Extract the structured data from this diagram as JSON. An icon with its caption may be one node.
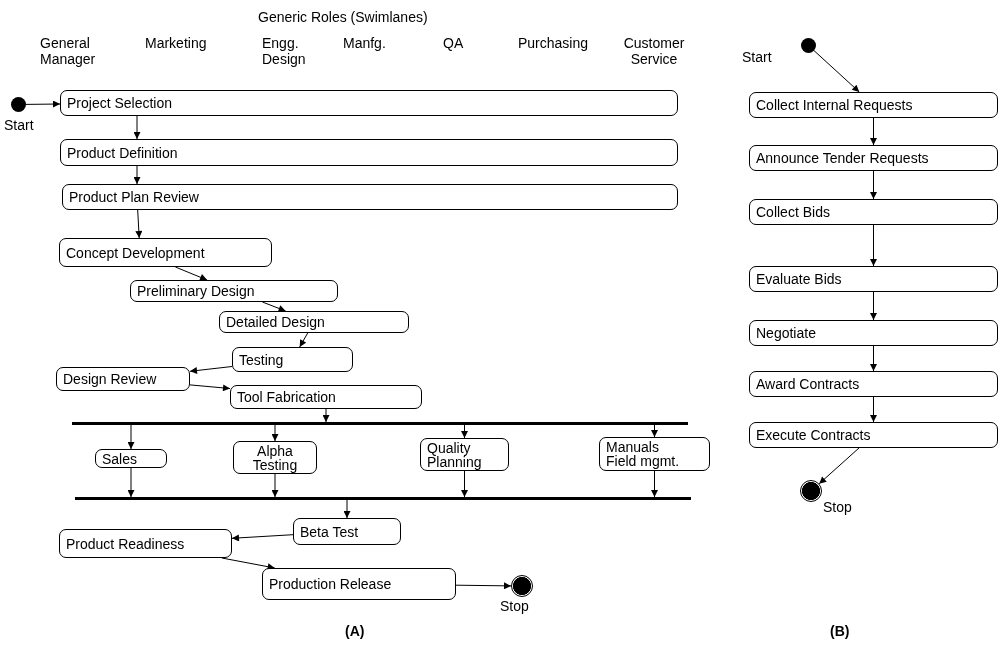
{
  "diagram": {
    "title": "Generic Roles (Swimlanes)",
    "nodes": [
      {
        "text": [],
        "shape": "circle",
        "beside": [
          "Start"
        ]
      },
      {
        "text": [
          "Project Selection"
        ]
      },
      {
        "text": [
          "Product Definition"
        ]
      },
      {
        "text": [
          "Product Plan Review"
        ]
      },
      {
        "text": [
          "Concept Development"
        ]
      },
      {
        "text": [
          "Preliminary Design"
        ]
      },
      {
        "text": [
          "Detailed Design"
        ]
      },
      {
        "text": [
          "Testing"
        ]
      },
      {
        "text": [
          "Design Review"
        ]
      },
      {
        "text": [
          "Tool Fabrication"
        ]
      },
      {
        "text": [],
        "shape": "bar"
      },
      {
        "text": [
          "Sales"
        ]
      },
      {
        "text": [
          "Alpha Testing"
        ]
      },
      {
        "text": [
          "Quality Planning"
        ]
      },
      {
        "text": [
          "Manuals Field mgmt."
        ]
      },
      {
        "text": [],
        "shape": "bar"
      },
      {
        "text": [
          "Beta Test"
        ]
      },
      {
        "text": [
          "Product Readiness"
        ]
      },
      {
        "text": [
          "Production Release"
        ]
      },
      {
        "text": [],
        "shape": "circle",
        "beside": [
          "Stop"
        ]
      },
      {
        "text": [],
        "shape": "circle",
        "beside": [
          "Start"
        ]
      },
      {
        "text": [
          "Collect Internal Requests"
        ]
      },
      {
        "text": [
          "Announce Tender Requests"
        ]
      },
      {
        "text": [
          "Collect Bids"
        ]
      },
      {
        "text": [
          "Evaluate Bids"
        ]
      },
      {
        "text": [
          "Negotiate"
        ]
      },
      {
        "text": [
          "Award Contracts"
        ]
      },
      {
        "text": [
          "Execute Contracts"
        ]
      },
      {
        "text": [],
        "shape": "circle",
        "beside": [
          "Stop"
        ]
      }
    ],
    "edges": [
      {
        "from": 0,
        "to": 1,
        "arrow": "to"
      },
      {
        "from": 1,
        "to": 2,
        "arrow": "to"
      },
      {
        "from": 2,
        "to": 3,
        "arrow": "to"
      },
      {
        "from": 3,
        "to": 4,
        "arrow": "to"
      },
      {
        "from": 4,
        "to": 5,
        "arrow": "to"
      },
      {
        "from": 5,
        "to": 6,
        "arrow": "to"
      },
      {
        "from": 6,
        "to": 7,
        "arrow": "to"
      },
      {
        "from": 7,
        "to": 8,
        "arrow": "to"
      },
      {
        "from": 8,
        "to": 9,
        "arrow": "to"
      },
      {
        "from": 9,
        "to": 10,
        "arrow": "to"
      },
      {
        "from": 10,
        "to": 11,
        "arrow": "to"
      },
      {
        "from": 10,
        "to": 12,
        "arrow": "to"
      },
      {
        "from": 10,
        "to": 13,
        "arrow": "to"
      },
      {
        "from": 10,
        "to": 14,
        "arrow": "to"
      },
      {
        "from": 11,
        "to": 15,
        "arrow": "to"
      },
      {
        "from": 12,
        "to": 15,
        "arrow": "to"
      },
      {
        "from": 13,
        "to": 15,
        "arrow": "to"
      },
      {
        "from": 14,
        "to": 15,
        "arrow": "to"
      },
      {
        "from": 15,
        "to": 16,
        "arrow": "to"
      },
      {
        "from": 16,
        "to": 17,
        "arrow": "to"
      },
      {
        "from": 17,
        "to": 18,
        "arrow": "to"
      },
      {
        "from": 18,
        "to": 19,
        "arrow": "to"
      },
      {
        "from": 20,
        "to": 21,
        "arrow": "to"
      },
      {
        "from": 21,
        "to": 22,
        "arrow": "to"
      },
      {
        "from": 22,
        "to": 23,
        "arrow": "to"
      },
      {
        "from": 23,
        "to": 24,
        "arrow": "to"
      },
      {
        "from": 24,
        "to": 25,
        "arrow": "to"
      },
      {
        "from": 25,
        "to": 26,
        "arrow": "to"
      },
      {
        "from": 26,
        "to": 27,
        "arrow": "to"
      },
      {
        "from": 27,
        "to": 28,
        "arrow": "to"
      }
    ],
    "labels": [
      "General Manager",
      "Marketing",
      "Engg. Design",
      "Manfg.",
      "QA",
      "Purchasing",
      "Customer Service",
      "(A)",
      "(B)"
    ]
  }
}
